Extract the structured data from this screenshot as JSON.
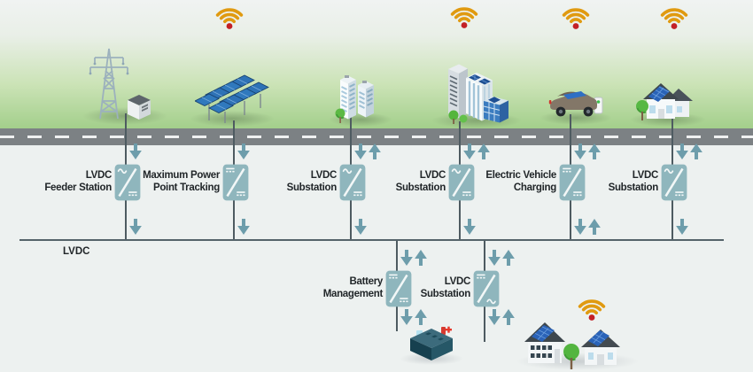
{
  "diagram": {
    "bus_label": "LVDC",
    "environment": {
      "road": "gray road with white dashed centerline",
      "backdrop": "green landscape strip at top"
    },
    "nodes": [
      {
        "label": "LVDC\nFeeder Station",
        "converter": "AC/DC",
        "arrows_above": [
          "down"
        ],
        "arrows_below": [
          "down"
        ],
        "connected_item": "transmission-tower-and-feeder-cabinet"
      },
      {
        "label": "Maximum Power\nPoint Tracking",
        "converter": "DC/DC",
        "arrows_above": [
          "down"
        ],
        "arrows_below": [
          "down"
        ],
        "connected_item": "solar-panel-array"
      },
      {
        "label": "LVDC\nSubstation",
        "converter": "AC/DC",
        "arrows_above": [
          "down",
          "up"
        ],
        "arrows_below": [
          "down"
        ],
        "connected_item": "office-buildings"
      },
      {
        "label": "LVDC\nSubstation",
        "converter": "AC/DC",
        "arrows_above": [
          "down",
          "up"
        ],
        "arrows_below": [
          "down"
        ],
        "connected_item": "commercial-buildings-with-solar"
      },
      {
        "label": "Electric Vehicle\nCharging",
        "converter": "DC/DC",
        "arrows_above": [
          "down",
          "up"
        ],
        "arrows_below": [
          "down",
          "up"
        ],
        "connected_item": "electric-car-with-charging-post"
      },
      {
        "label": "LVDC\nSubstation",
        "converter": "AC/DC",
        "arrows_above": [
          "down",
          "up"
        ],
        "arrows_below": [
          "down"
        ],
        "connected_item": "house-with-solar-roof"
      },
      {
        "label": "Battery\nManagement",
        "converter": "DC/DC",
        "arrows_above": [
          "down",
          "up"
        ],
        "arrows_below": [
          "down",
          "up"
        ],
        "connected_item": "battery"
      },
      {
        "label": "LVDC\nSubstation",
        "converter": "DC/AC",
        "arrows_above": [
          "down",
          "up"
        ],
        "arrows_below": [
          "down",
          "up"
        ],
        "connected_item": "solar-homes"
      }
    ],
    "wifi_icon_count": 5
  },
  "icons": {
    "wifi": "three orange arcs with red dot",
    "down_arrow": "thick teal arrow pointing down",
    "up_arrow": "thick teal arrow pointing up",
    "converter": "teal rounded rectangle, white diagonal divider, AC (~) and DC (solid-over-dashed) marks"
  },
  "colors": {
    "arrow": "#6d9dab",
    "converter_fill": "#8fb6bd",
    "line": "#4e5b61",
    "road": "#7c8184",
    "wifi_arc": "#e09a10",
    "wifi_dot": "#c32026",
    "grass": "#a3cf8b",
    "ground": "#edf1f0",
    "label_text": "#212629"
  }
}
